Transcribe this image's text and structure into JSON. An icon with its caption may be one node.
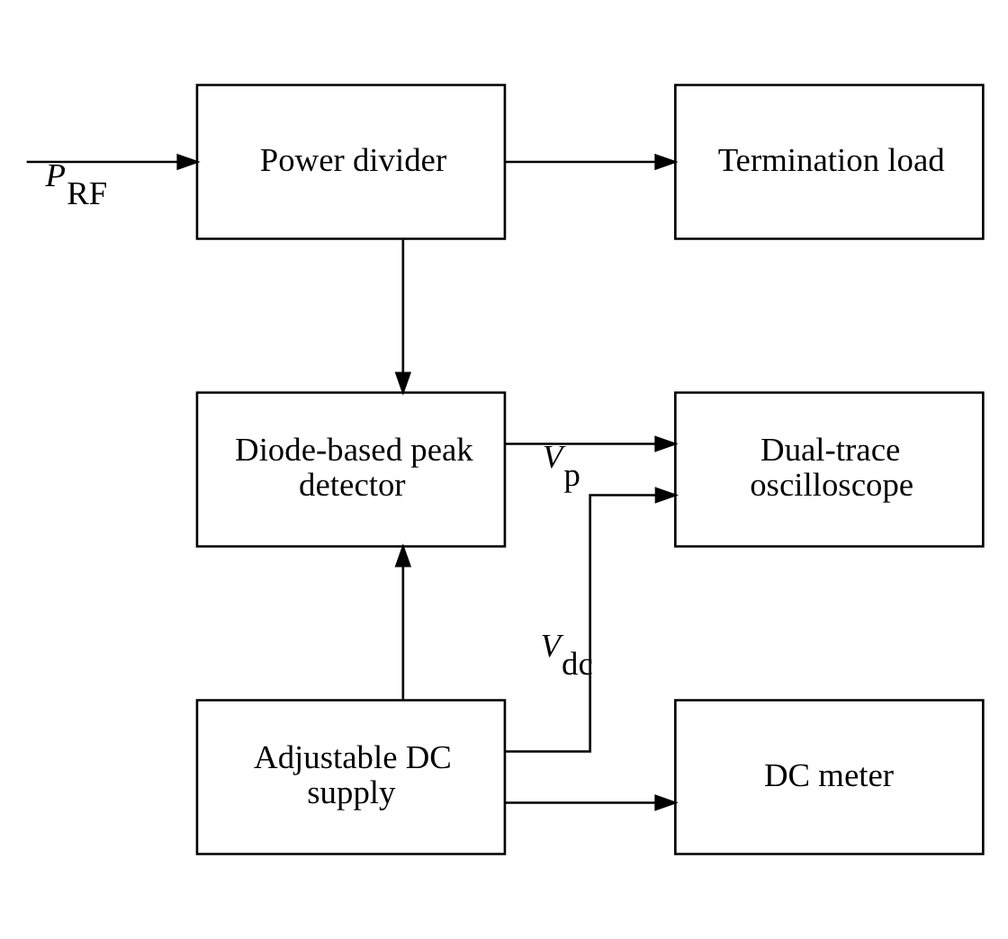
{
  "diagram": {
    "nodes": [
      {
        "text": [
          "Power divider"
        ]
      },
      {
        "text": [
          "Termination load"
        ]
      },
      {
        "text": [
          "Diode-based peak detector"
        ]
      },
      {
        "text": [
          "Dual-trace oscilloscope"
        ]
      },
      {
        "text": [
          "Adjustable DC supply"
        ]
      },
      {
        "text": [
          "DC meter"
        ]
      }
    ],
    "edges": [
      {
        "from": null,
        "to": 0,
        "arrow": "to",
        "label": "*P*$_{RF}$"
      },
      {
        "from": 0,
        "to": 1,
        "arrow": "to"
      },
      {
        "from": 0,
        "to": 2,
        "arrow": "to"
      },
      {
        "from": 2,
        "to": 3,
        "arrow": "to",
        "label": "*V*$_{p}$"
      },
      {
        "from": 4,
        "to": 2,
        "arrow": "to"
      },
      {
        "from": 4,
        "to": 3,
        "arrow": "to",
        "label": "*V*$_{dc}$"
      },
      {
        "from": 4,
        "to": 5,
        "arrow": "to"
      }
    ]
  }
}
